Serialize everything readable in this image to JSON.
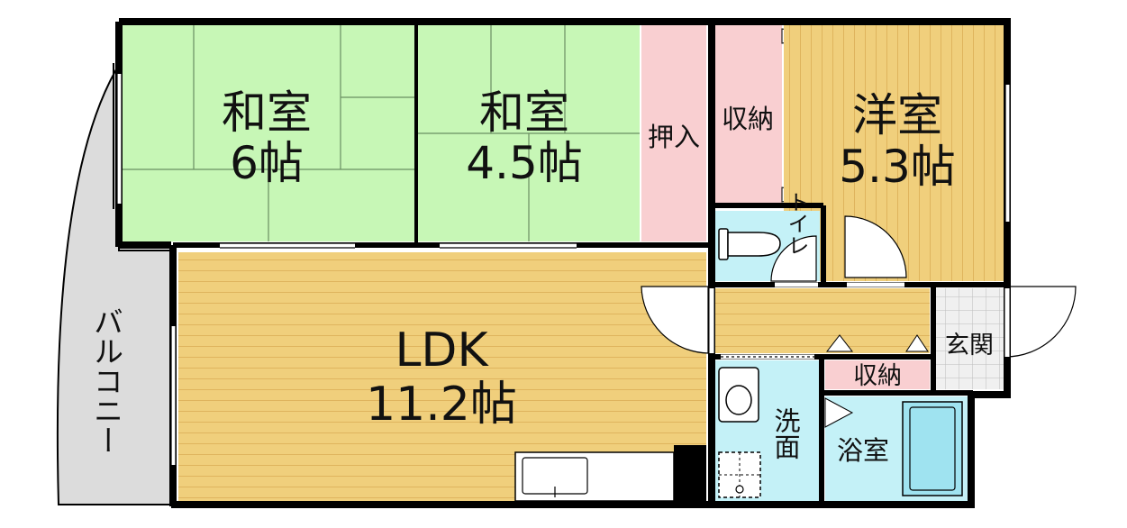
{
  "rooms": {
    "washitsu1": {
      "name": "和室",
      "size": "6帖"
    },
    "washitsu2": {
      "name": "和室",
      "size": "4.5帖"
    },
    "oshiire": {
      "name": "押入"
    },
    "shuno_top": {
      "name": "収納"
    },
    "yoshitsu": {
      "name": "洋室",
      "size": "5.3帖"
    },
    "toilet": {
      "name": "トイレ"
    },
    "ldk": {
      "name": "LDK",
      "size": "11.2帖"
    },
    "balcony": {
      "name": "バルコニー"
    },
    "genkan": {
      "name": "玄関"
    },
    "shuno_bottom": {
      "name": "収納"
    },
    "senmen": {
      "name": "洗面"
    },
    "yokushitsu": {
      "name": "浴室"
    }
  },
  "colors": {
    "tatami": "#c7f7b6",
    "wood": "#f0cf7c",
    "wood_line": "#d8a850",
    "closet": "#f9cfd1",
    "water": "#c4f1f7",
    "bathtub": "#9fe3f0",
    "balcony": "#dcdcdc",
    "wall": "#000000"
  }
}
